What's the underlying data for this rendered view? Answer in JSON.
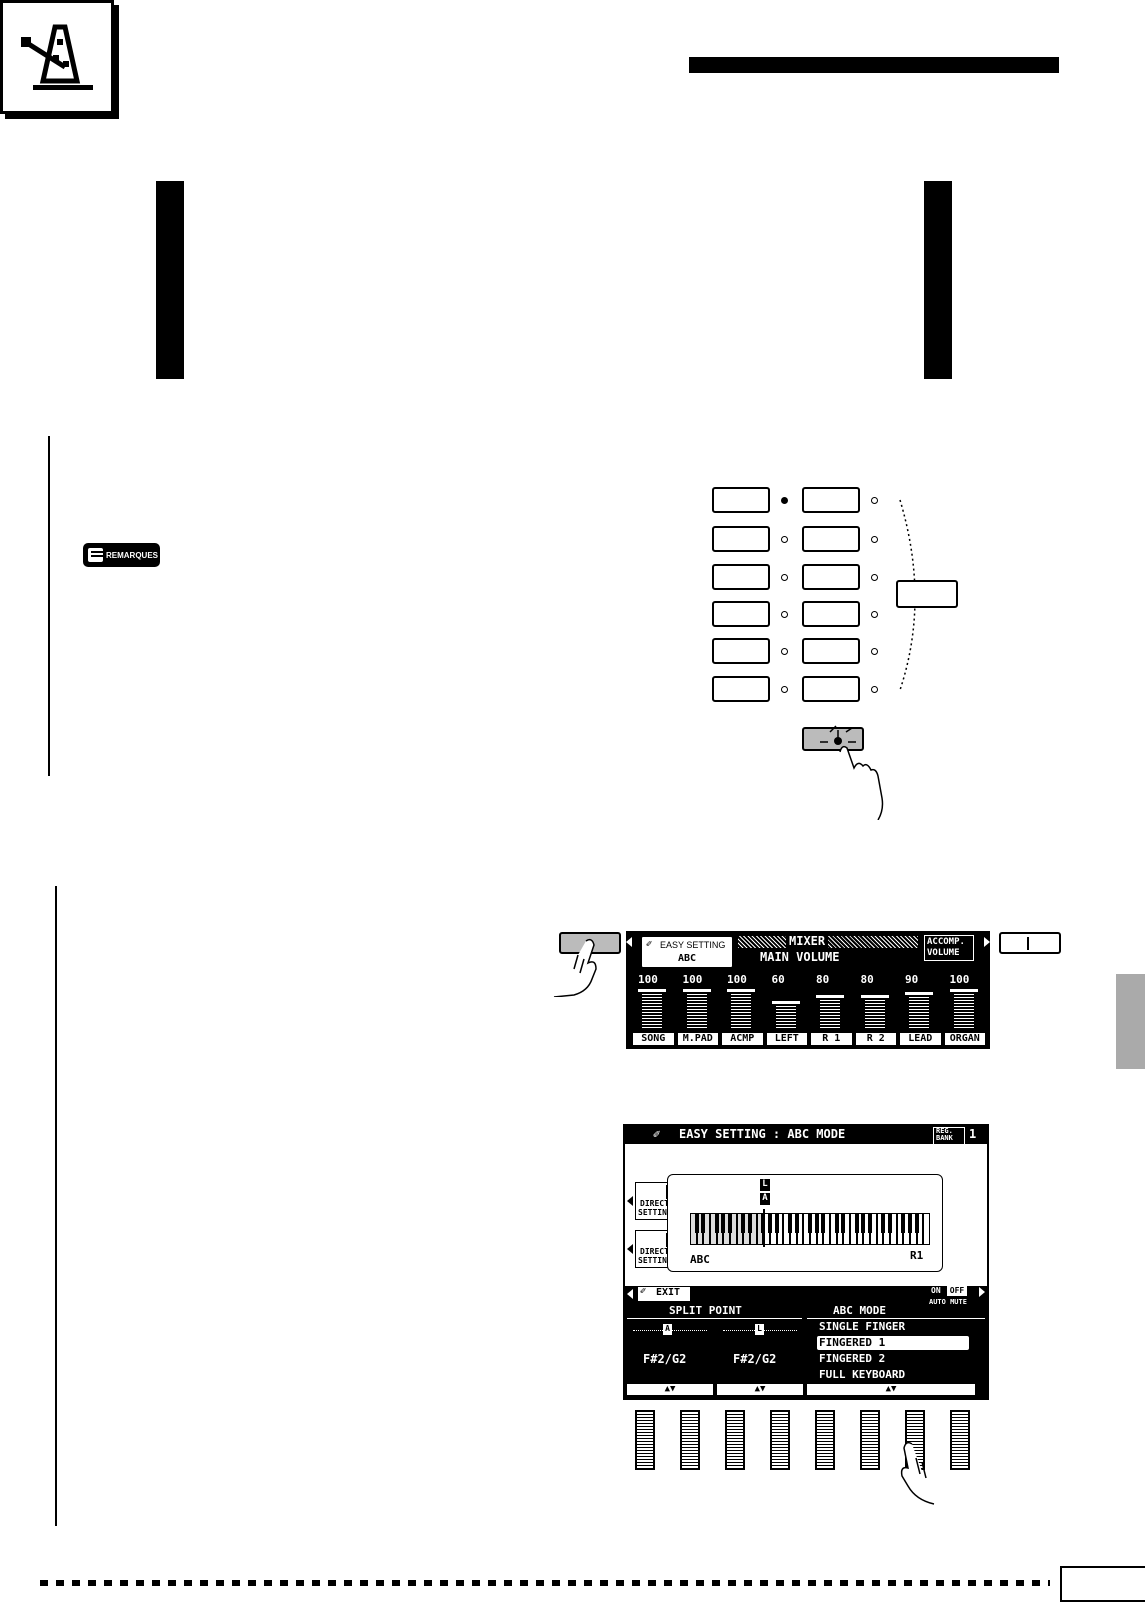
{
  "badge": {
    "label": "REMARQUES"
  },
  "registration": {
    "center_button": ""
  },
  "mixer_screen": {
    "easy_setting": "EASY SETTING",
    "abc": "ABC",
    "mixer": "MIXER",
    "main_volume": "MAIN VOLUME",
    "accomp_volume_1": "ACCOMP.",
    "accomp_volume_2": "VOLUME",
    "values": [
      "100",
      "100",
      "100",
      "60",
      "80",
      "80",
      "90",
      "100"
    ],
    "levels": [
      1.0,
      1.0,
      1.0,
      0.6,
      0.8,
      0.8,
      0.9,
      1.0
    ],
    "channels": [
      "SONG",
      "M.PAD",
      "ACMP",
      "LEFT",
      "R 1",
      "R 2",
      "LEAD",
      "ORGAN"
    ]
  },
  "abc_screen": {
    "title": "EASY SETTING : ABC MODE",
    "reg_bank_1": "REG.",
    "reg_bank_2": "BANK",
    "reg_bank_value": "1",
    "direct_setting_1": "DIRECT",
    "direct_setting_2": "SETTING",
    "marker_l": "L",
    "marker_a": "A",
    "abc_label": "ABC",
    "r1_label": "R1",
    "exit": "EXIT",
    "on": "ON",
    "off": "OFF",
    "auto_mute": "AUTO MUTE",
    "split_point": "SPLIT POINT",
    "abc_mode": "ABC MODE",
    "split_a_value": "F#2/G2",
    "split_l_value": "F#2/G2",
    "modes": [
      "SINGLE FINGER",
      "FINGERED 1",
      "FINGERED 2",
      "FULL KEYBOARD"
    ],
    "selected_mode": "FINGERED 1",
    "arrows": "▲▼"
  }
}
